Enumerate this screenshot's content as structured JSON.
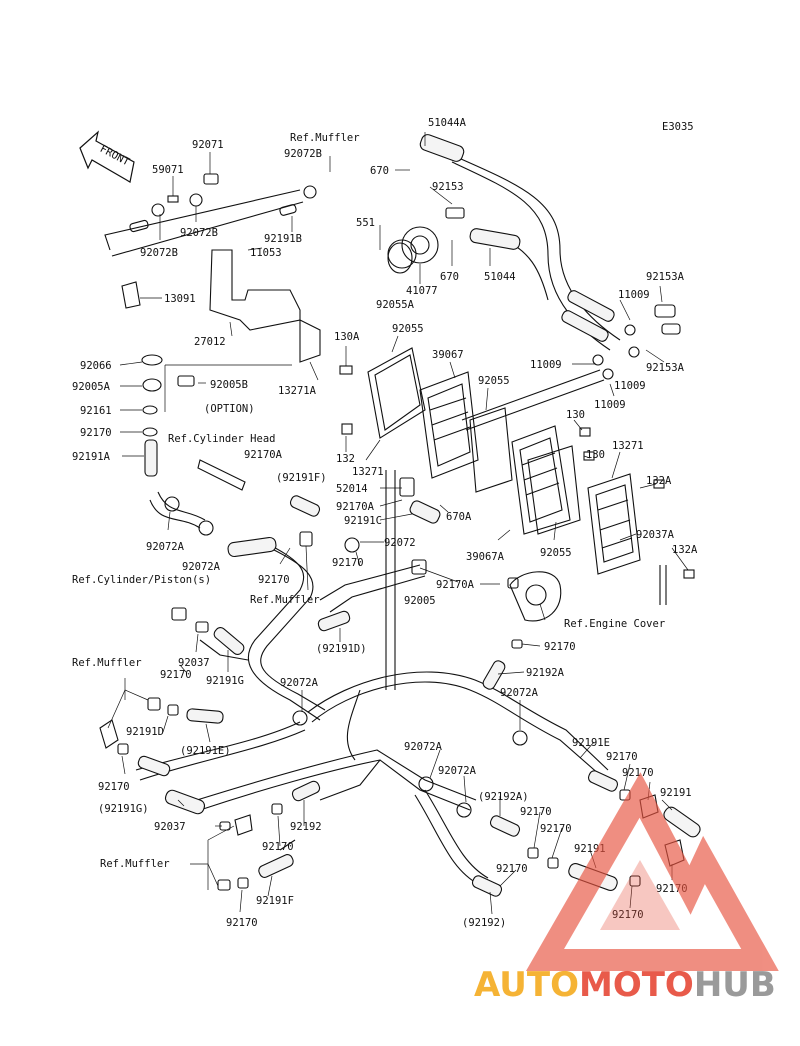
{
  "diagram": {
    "code": "E3035",
    "front_arrow": "FRONT",
    "labels": [
      {
        "id": "l1",
        "text": "51044A"
      },
      {
        "id": "l2",
        "text": "Ref.Muffler"
      },
      {
        "id": "l3",
        "text": "92071"
      },
      {
        "id": "l4",
        "text": "92072B"
      },
      {
        "id": "l5",
        "text": "59071"
      },
      {
        "id": "l6",
        "text": "670"
      },
      {
        "id": "l7",
        "text": "92153"
      },
      {
        "id": "l8",
        "text": "92072B"
      },
      {
        "id": "l9",
        "text": "92072B"
      },
      {
        "id": "l10",
        "text": "92191B"
      },
      {
        "id": "l11",
        "text": "551"
      },
      {
        "id": "l12",
        "text": "11053"
      },
      {
        "id": "l13",
        "text": "670"
      },
      {
        "id": "l14",
        "text": "51044"
      },
      {
        "id": "l15",
        "text": "41077"
      },
      {
        "id": "l16",
        "text": "13091"
      },
      {
        "id": "l17",
        "text": "92055A"
      },
      {
        "id": "l18",
        "text": "92153A"
      },
      {
        "id": "l19",
        "text": "11009"
      },
      {
        "id": "l20",
        "text": "27012"
      },
      {
        "id": "l21",
        "text": "130A"
      },
      {
        "id": "l22",
        "text": "92055"
      },
      {
        "id": "l23",
        "text": "92066"
      },
      {
        "id": "l24",
        "text": "13271A"
      },
      {
        "id": "l25",
        "text": "39067"
      },
      {
        "id": "l26",
        "text": "11009"
      },
      {
        "id": "l27",
        "text": "92153A"
      },
      {
        "id": "l28",
        "text": "92005A"
      },
      {
        "id": "l29",
        "text": "92005B"
      },
      {
        "id": "l30",
        "text": "92055"
      },
      {
        "id": "l31",
        "text": "11009"
      },
      {
        "id": "l32",
        "text": "92161"
      },
      {
        "id": "l33",
        "text": "(OPTION)"
      },
      {
        "id": "l34",
        "text": "11009"
      },
      {
        "id": "l35",
        "text": "130"
      },
      {
        "id": "l36",
        "text": "92170"
      },
      {
        "id": "l37",
        "text": "Ref.Cylinder Head"
      },
      {
        "id": "l38",
        "text": "132"
      },
      {
        "id": "l39",
        "text": "130"
      },
      {
        "id": "l40",
        "text": "13271"
      },
      {
        "id": "l41",
        "text": "92191A"
      },
      {
        "id": "l42",
        "text": "92170A"
      },
      {
        "id": "l43",
        "text": "13271"
      },
      {
        "id": "l44",
        "text": "(92191F)"
      },
      {
        "id": "l45",
        "text": "132A"
      },
      {
        "id": "l46",
        "text": "52014"
      },
      {
        "id": "l47",
        "text": "92170A"
      },
      {
        "id": "l48",
        "text": "670A"
      },
      {
        "id": "l49",
        "text": "92191C"
      },
      {
        "id": "l50",
        "text": "92037A"
      },
      {
        "id": "l51",
        "text": "92072A"
      },
      {
        "id": "l52",
        "text": "92072"
      },
      {
        "id": "l53",
        "text": "39067A"
      },
      {
        "id": "l54",
        "text": "92055"
      },
      {
        "id": "l55",
        "text": "132A"
      },
      {
        "id": "l56",
        "text": "92072A"
      },
      {
        "id": "l57",
        "text": "92170"
      },
      {
        "id": "l58",
        "text": "Ref.Cylinder/Piston(s)"
      },
      {
        "id": "l59",
        "text": "92170"
      },
      {
        "id": "l60",
        "text": "92170A"
      },
      {
        "id": "l61",
        "text": "Ref.Muffler"
      },
      {
        "id": "l62",
        "text": "92005"
      },
      {
        "id": "l63",
        "text": "Ref.Engine Cover"
      },
      {
        "id": "l64",
        "text": "(92191D)"
      },
      {
        "id": "l65",
        "text": "92170"
      },
      {
        "id": "l66",
        "text": "92037"
      },
      {
        "id": "l67",
        "text": "92192A"
      },
      {
        "id": "l68",
        "text": "Ref.Muffler"
      },
      {
        "id": "l69",
        "text": "92170"
      },
      {
        "id": "l70",
        "text": "92191G"
      },
      {
        "id": "l71",
        "text": "92072A"
      },
      {
        "id": "l72",
        "text": "92072A"
      },
      {
        "id": "l73",
        "text": "92191D"
      },
      {
        "id": "l74",
        "text": "(92191E)"
      },
      {
        "id": "l75",
        "text": "92191E"
      },
      {
        "id": "l76",
        "text": "92072A"
      },
      {
        "id": "l77",
        "text": "92170"
      },
      {
        "id": "l78",
        "text": "92170"
      },
      {
        "id": "l79",
        "text": "92072A"
      },
      {
        "id": "l80",
        "text": "92170"
      },
      {
        "id": "l81",
        "text": "(92191G)"
      },
      {
        "id": "l82",
        "text": "(92192A)"
      },
      {
        "id": "l83",
        "text": "92191"
      },
      {
        "id": "l84",
        "text": "92037"
      },
      {
        "id": "l85",
        "text": "92192"
      },
      {
        "id": "l86",
        "text": "92170"
      },
      {
        "id": "l87",
        "text": "92170"
      },
      {
        "id": "l88",
        "text": "92170"
      },
      {
        "id": "l89",
        "text": "Ref.Muffler"
      },
      {
        "id": "l90",
        "text": "92191"
      },
      {
        "id": "l91",
        "text": "92170"
      },
      {
        "id": "l92",
        "text": "92170"
      },
      {
        "id": "l93",
        "text": "92191F"
      },
      {
        "id": "l94",
        "text": "92170"
      },
      {
        "id": "l95",
        "text": "(92192)"
      },
      {
        "id": "l96",
        "text": "92170"
      }
    ]
  },
  "watermark": {
    "part_a": "AUTO",
    "part_b": "MOTO",
    "part_c": "HUB",
    "color_a": "#f5b335",
    "color_b": "#e85a4a",
    "color_c": "#9a9a9a",
    "logo_color": "#e8533f"
  }
}
